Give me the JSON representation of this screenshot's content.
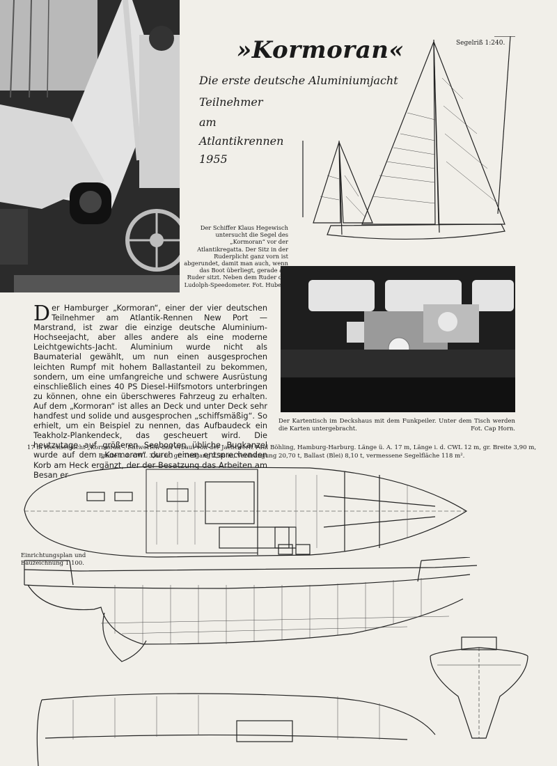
{
  "title": "»Kormoran«",
  "subtitle_lines": [
    "Die erste deutsche Aluminiumjacht",
    "Teilnehmer",
    "am",
    "Atlantikrennen",
    "1955"
  ],
  "sail_plan_scale": "Segelriß 1:240.",
  "caption_skipper": "Der Schiffer Klaus Hegewisch untersucht die Segel des „Kormoran“ vor der Atlantikregatta. Der Sitz in der Ruderplicht ganz vorn ist abgerundet, damit man auch, wenn das Boot überliegt, gerade am Ruder sitzt. Neben dem Ruder der Ludolph-Speedometer. Fot. Hubert.",
  "body": {
    "drop_cap": "D",
    "text": "er Hamburger „Kormoran“, einer der vier deutschen Teilnehmer am Atlantik-Rennen New Port — Marstrand, ist zwar die einzige deutsche Aluminium-Hochseejacht, aber alles andere als eine moderne Leichtgewichts-Jacht. Aluminium wurde nicht als Baumaterial gewählt, um nun einen ausgesprochen leichten Rumpf mit hohem Ballastanteil zu bekommen, sondern, um eine umfangreiche und schwere Ausrüstung einschließlich eines 40 PS Diesel-Hilfsmotors unterbringen zu können, ohne ein überschweres Fahrzeug zu erhalten. Auf dem „Kormoran“ ist alles an Deck und unter Deck sehr handfest und solide und ausgesprochen „schiffsmäßig“. So erhielt, um ein Beispiel zu nennen, das Aufbaudeck ein Teakholz-Plankendeck, das gescheuert wird. Die heutzutage auf größeren Seebooten übliche Bugkanzel wurde auf dem „Kormoran“ durch einen entsprechenden Korb am Heck ergänzt, der der Besatzung das Arbeiten am Besan er-"
  },
  "caption_chart": {
    "text": "Der Kartentisch im Deckshaus mit dem Funkpeiler. Unter dem Tisch werden die Karten untergebracht.",
    "credit": "Fot. Cap Horn."
  },
  "spec_line": "17 m Hochseejacht „Kormoran“. Entworfen und erbaut von der Jachtwerft Paul Böhling, Hamburg-Harburg. Länge ü. A. 17 m, Länge i. d. CWL 12 m, gr. Breite 3,90 m, Breite i. d. CWL 3,66 m, gr. Tiefgang 2,38 m, Verdrängung 20,70 t, Ballast (Blei) 8,10 t, vermessene Segelfläche 118 m².",
  "plan_label": "Einrichtungsplan und Bauzeichnung 1:100."
}
